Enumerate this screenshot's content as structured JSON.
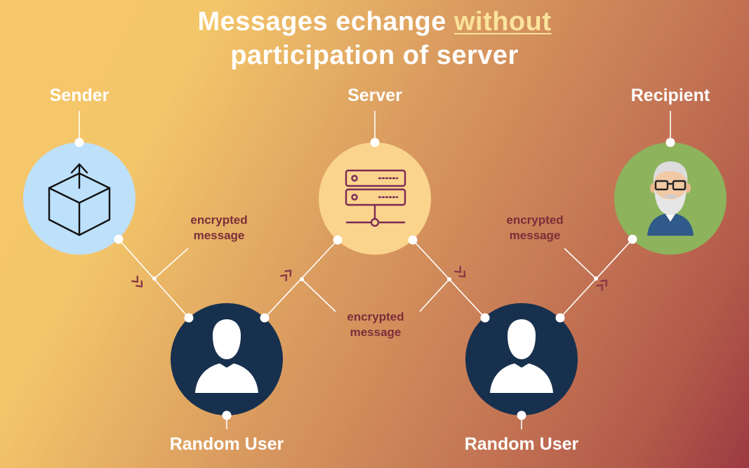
{
  "title": {
    "line1_prefix": "Messages echange ",
    "line1_highlight": "without",
    "line2": "participation of server"
  },
  "nodes": {
    "sender": "Sender",
    "server": "Server",
    "recipient": "Recipient",
    "random_user_1": "Random User",
    "random_user_2": "Random User"
  },
  "captions": {
    "c1": [
      "encrypted",
      "message"
    ],
    "c2": [
      "encrypted",
      "message"
    ],
    "c3": [
      "encrypted",
      "message"
    ]
  },
  "colors": {
    "sender_circle": "#bde0fb",
    "server_circle": "#fad48c",
    "recipient_circle": "#8db35c",
    "user_circle": "#17304e",
    "caption_text": "#7a2f3a",
    "highlight": "#fbe39b"
  },
  "icons": {
    "sender": "package-upload-icon",
    "server": "server-rack-icon",
    "recipient": "elderly-man-avatar-icon",
    "random_user": "user-silhouette-icon",
    "arrows": "double-chevron-icon"
  }
}
